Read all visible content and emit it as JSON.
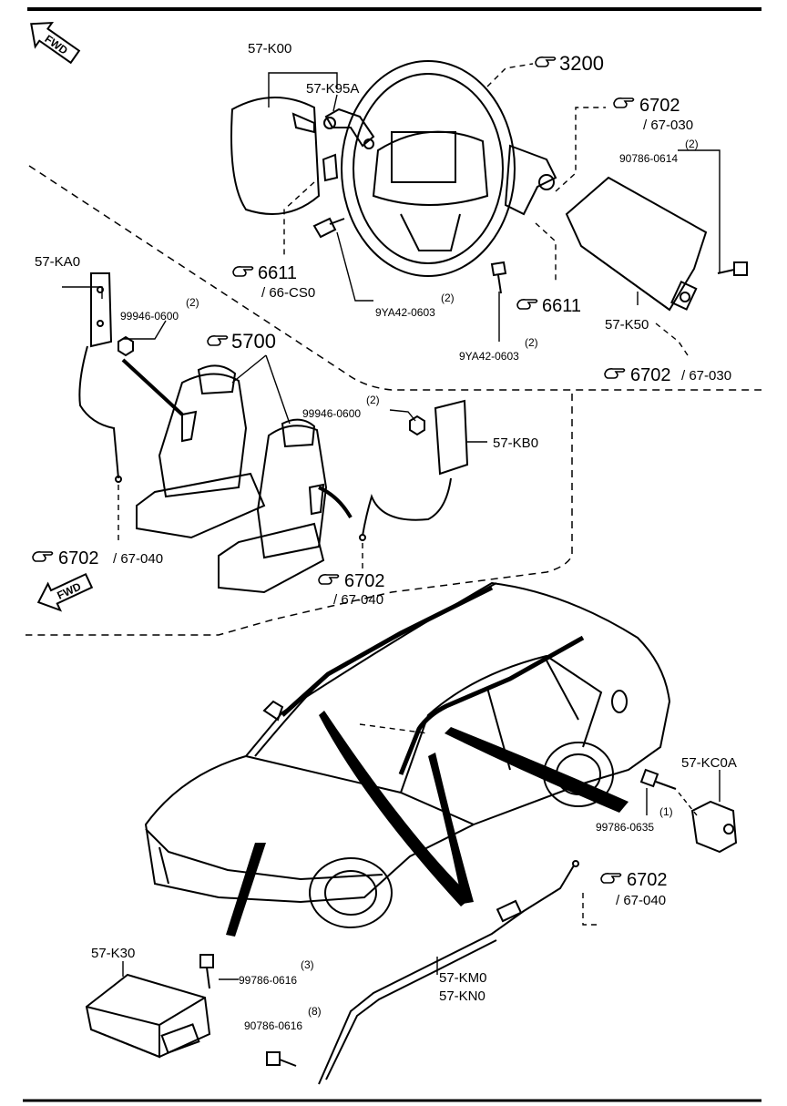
{
  "fwd_label": "FWD",
  "parts": {
    "k00": "57-K00",
    "k95a": "57-K95A",
    "ka0": "57-KA0",
    "kb0": "57-KB0",
    "k50": "57-K50",
    "kc0a": "57-KC0A",
    "k30": "57-K30",
    "km0": "57-KM0",
    "kn0": "57-KN0"
  },
  "fasteners": {
    "f1": {
      "part": "90786-0614",
      "qty": "(2)"
    },
    "f2": {
      "part": "99946-0600",
      "qty": "(2)"
    },
    "f3": {
      "part": "9YA42-0603",
      "qty": "(2)"
    },
    "f4": {
      "part": "9YA42-0603",
      "qty": "(2)"
    },
    "f5": {
      "part": "99946-0600",
      "qty": "(2)"
    },
    "f6": {
      "part": "99786-0635",
      "qty": "(1)"
    },
    "f7": {
      "part": "99786-0616",
      "qty": "(3)"
    },
    "f8": {
      "part": "90786-0616",
      "qty": "(8)"
    }
  },
  "refs": {
    "r3200": {
      "main": "3200",
      "sub": ""
    },
    "r6702a": {
      "main": "6702",
      "sub": "/ 67-030"
    },
    "r6611a": {
      "main": "6611",
      "sub": "/ 66-CS0"
    },
    "r6611b": {
      "main": "6611",
      "sub": ""
    },
    "r6702b": {
      "main": "6702",
      "sub": "/ 67-030"
    },
    "r5700": {
      "main": "5700",
      "sub": ""
    },
    "r6702c": {
      "main": "6702",
      "sub": "/ 67-040"
    },
    "r6702d": {
      "main": "6702",
      "sub": "/ 67-040"
    },
    "r6702e": {
      "main": "6702",
      "sub": "/ 67-040"
    }
  }
}
